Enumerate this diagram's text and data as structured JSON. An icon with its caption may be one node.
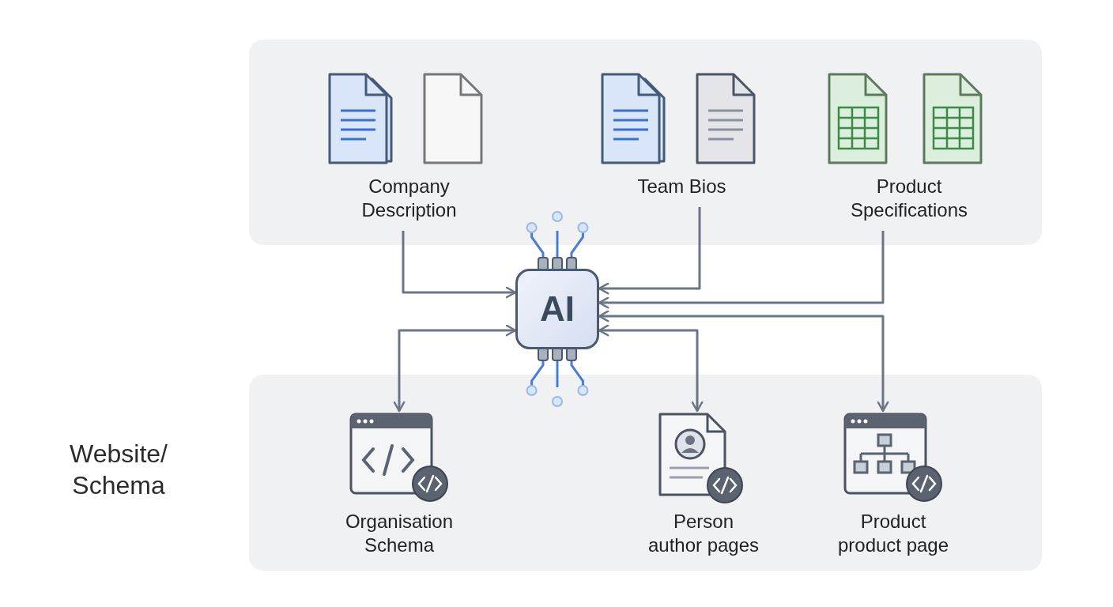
{
  "diagram": {
    "nodes": [
      {
        "text": [],
        "shape": "box"
      },
      {
        "text": [
          "Company Description"
        ],
        "in": 0
      },
      {
        "text": [
          "Team Bios"
        ],
        "in": 0
      },
      {
        "text": [
          "Product Specifications"
        ],
        "in": 0
      },
      {
        "text": [
          "AI"
        ]
      },
      {
        "text": [
          "Website/ Schema"
        ]
      },
      {
        "text": [
          "Organisation Schema"
        ],
        "in": 5
      },
      {
        "text": [
          "Person author pages"
        ],
        "in": 5
      },
      {
        "text": [
          "Product product page"
        ],
        "in": 5
      }
    ],
    "edges": [
      {
        "from": 1,
        "to": 4,
        "arrow": "to"
      },
      {
        "from": 2,
        "to": 4,
        "arrow": "to"
      },
      {
        "from": 3,
        "to": 4,
        "arrow": "to"
      },
      {
        "from": 4,
        "to": 6,
        "arrow": "both"
      },
      {
        "from": 4,
        "to": 7,
        "arrow": "both"
      },
      {
        "from": 4,
        "to": 8,
        "arrow": "both"
      }
    ]
  }
}
